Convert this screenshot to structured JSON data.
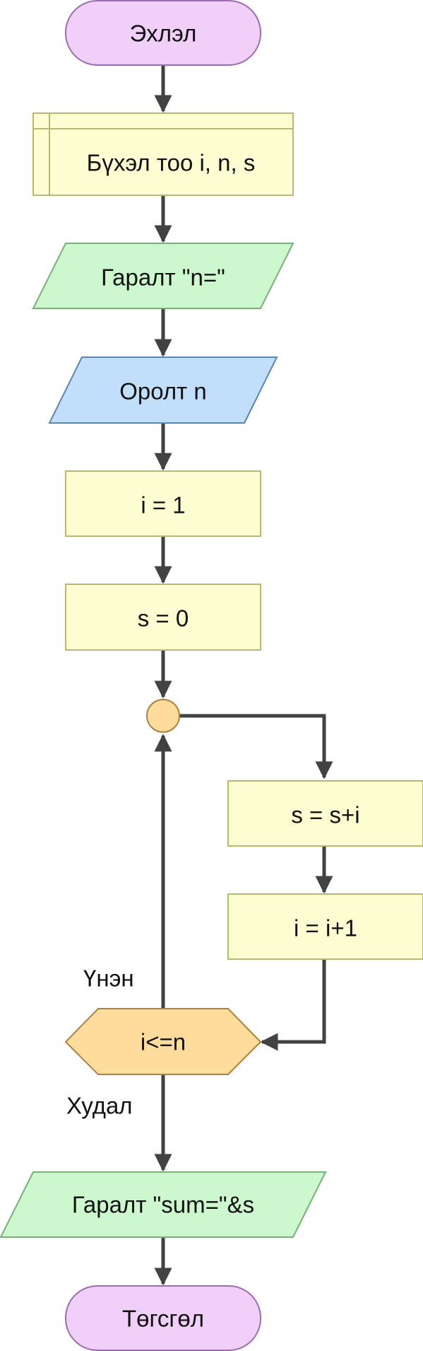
{
  "diagram": {
    "nodes": {
      "start": {
        "label": "Эхлэл",
        "fill": "#f0d0f8",
        "stroke": "#9c6cb0"
      },
      "declare": {
        "label": "Бүхэл тоо i, n, s",
        "fill": "#fdfdd2",
        "stroke": "#b8b870"
      },
      "output_n": {
        "label": "Гаралт \"n=\"",
        "fill": "#cdf7cc",
        "stroke": "#78b078"
      },
      "input_n": {
        "label": "Оролт n",
        "fill": "#c1defa",
        "stroke": "#5a86b0"
      },
      "assign_i": {
        "label": "i = 1",
        "fill": "#fdfdd2",
        "stroke": "#b8b870"
      },
      "assign_s": {
        "label": "s = 0",
        "fill": "#fdfdd2",
        "stroke": "#b8b870"
      },
      "connector": {
        "label": "",
        "fill": "#fddc9c",
        "stroke": "#b08040"
      },
      "add": {
        "label": "s = s+i",
        "fill": "#fdfdd2",
        "stroke": "#b8b870"
      },
      "increment": {
        "label": "i = i+1",
        "fill": "#fdfdd2",
        "stroke": "#b8b870"
      },
      "condition": {
        "label": "i<=n",
        "fill": "#fddc9c",
        "stroke": "#b08040"
      },
      "output_sum": {
        "label": "Гаралт \"sum=\"&s",
        "fill": "#cdf7cc",
        "stroke": "#78b078"
      },
      "end": {
        "label": "Төгсгөл",
        "fill": "#f0d0f8",
        "stroke": "#9c6cb0"
      }
    },
    "edge_labels": {
      "true": "Үнэн",
      "false": "Худал"
    },
    "edge_color": "#424242"
  }
}
